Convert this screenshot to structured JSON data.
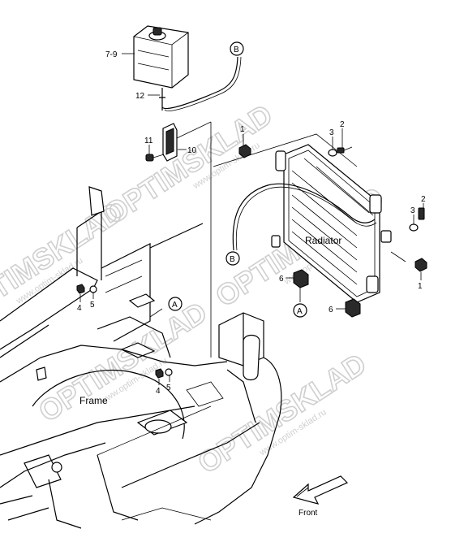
{
  "labels": {
    "reservoir": "7-9",
    "hose_clip": "12",
    "bolt_left": "11",
    "bracket": "10",
    "nut_top": "1",
    "washer_top": "3",
    "bolt_top": "2",
    "bolt_right": "2",
    "washer_right": "3",
    "nut_right": "1",
    "mount_left": "6",
    "mount_right": "6",
    "washer_frame_upper": "5",
    "nut_frame_upper": "4",
    "washer_frame_lower": "5",
    "nut_frame_lower": "4"
  },
  "callouts": {
    "b_top": "B",
    "b_left": "B",
    "a_radiator": "A",
    "a_frame": "A"
  },
  "captions": {
    "radiator": "Radiator",
    "frame": "Frame",
    "front": "Front"
  },
  "watermark": {
    "brand": "OPTIMSKLAD",
    "url": "www.optim-sklad.ru"
  }
}
